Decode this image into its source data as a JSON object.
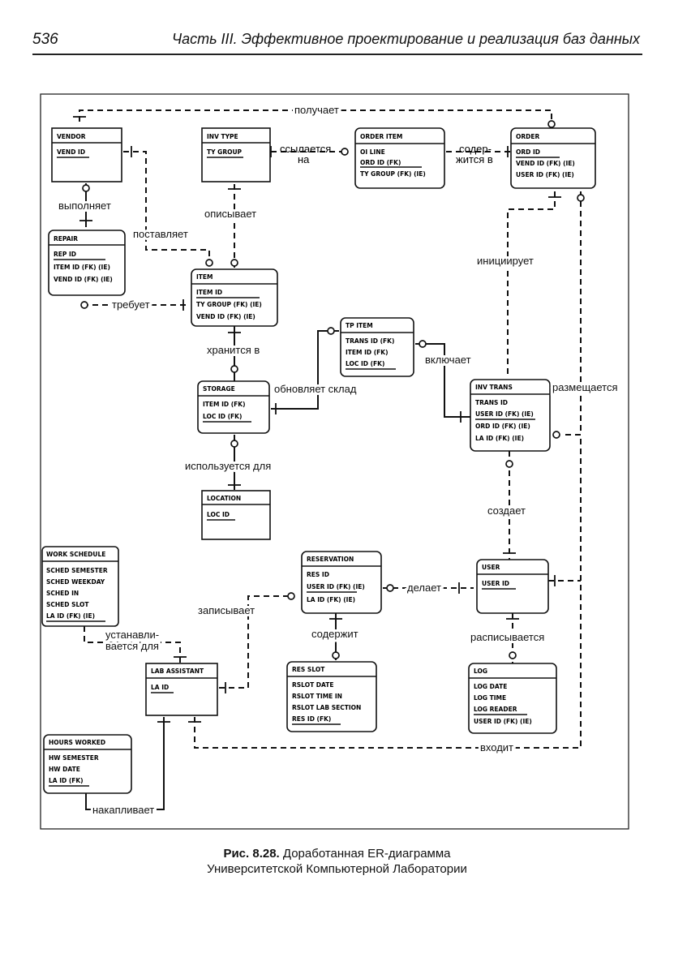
{
  "header": {
    "page_number": "536",
    "title": "Часть III. Эффективное проектирование и реализация баз данных"
  },
  "entities": {
    "vendor": {
      "name": "VENDOR",
      "attrs": [
        "VEND ID"
      ]
    },
    "inv_type": {
      "name": "INV TYPE",
      "attrs": [
        "TY GROUP"
      ]
    },
    "order_item": {
      "name": "ORDER ITEM",
      "attrs": [
        "OI LINE",
        "ORD ID (FK)",
        "TY GROUP (FK) (IE)"
      ]
    },
    "order": {
      "name": "ORDER",
      "attrs": [
        "ORD ID",
        "VEND ID (FK) (IE)",
        "USER ID (FK) (IE)"
      ]
    },
    "repair": {
      "name": "REPAIR",
      "attrs": [
        "REP ID",
        "ITEM ID (FK) (IE)",
        "VEND ID (FK) (IE)"
      ]
    },
    "item": {
      "name": "ITEM",
      "attrs": [
        "ITEM ID",
        "TY GROUP (FK) (IE)",
        "VEND ID (FK) (IE)"
      ]
    },
    "tp_item": {
      "name": "TP ITEM",
      "attrs": [
        "TRANS ID (FK)",
        "ITEM ID (FK)",
        "LOC ID (FK)"
      ]
    },
    "storage": {
      "name": "STORAGE",
      "attrs": [
        "ITEM ID (FK)",
        "LOC ID (FK)"
      ]
    },
    "inv_trans": {
      "name": "INV TRANS",
      "attrs": [
        "TRANS ID",
        "USER ID (FK) (IE)",
        "ORD ID (FK) (IE)",
        "LA ID (FK) (IE)"
      ]
    },
    "location": {
      "name": "LOCATION",
      "attrs": [
        "LOC ID"
      ]
    },
    "work_schedule": {
      "name": "WORK SCHEDULE",
      "attrs": [
        "SCHED SEMESTER",
        "SCHED WEEKDAY",
        "SCHED IN",
        "SCHED SLOT",
        "LA ID (FK) (IE)"
      ]
    },
    "reservation": {
      "name": "RESERVATION",
      "attrs": [
        "RES ID",
        "USER ID (FK) (IE)",
        "LA ID (FK) (IE)"
      ]
    },
    "user": {
      "name": "USER",
      "attrs": [
        "USER ID"
      ]
    },
    "lab_assistant": {
      "name": "LAB ASSISTANT",
      "attrs": [
        "LA ID"
      ]
    },
    "res_slot": {
      "name": "RES SLOT",
      "attrs": [
        "RSLOT DATE",
        "RSLOT TIME IN",
        "RSLOT LAB SECTION",
        "RES ID (FK)"
      ]
    },
    "log": {
      "name": "LOG",
      "attrs": [
        "LOG DATE",
        "LOG TIME",
        "LOG READER",
        "USER ID (FK) (IE)"
      ]
    },
    "hours_worked": {
      "name": "HOURS WORKED",
      "attrs": [
        "HW SEMESTER",
        "HW DATE",
        "LA ID (FK)"
      ]
    }
  },
  "relationships": {
    "poluchaet": "получает",
    "ssylaetsya": "ссылается",
    "na": "на",
    "soder": "содер-",
    "zhitsya_v": "жится в",
    "vypolnyaet": "выполняет",
    "opisyvaet": "описывает",
    "postavlyaet": "поставляет",
    "iniciiruet": "инициирует",
    "trebuet": "требует",
    "hranitsya_v": "хранится в",
    "vklyuchaet": "включает",
    "obnovlyaet_sklad": "обновляет склад",
    "razmeshchaetsya": "размещается",
    "ispolzuetsya_dlya": "используется для",
    "sozdaet": "создает",
    "delaet": "делает",
    "zapisyvaet": "записывает",
    "ustanavli": "устанавли-",
    "vaetsya_dlya": "вается для",
    "soderzhit": "содержит",
    "raspisyvaetsya": "расписывается",
    "vhodit": "входит",
    "nakaplivaet": "накапливает"
  },
  "caption": {
    "label": "Рис. 8.28.",
    "line1": "Доработанная ER-диаграмма",
    "line2": "Университетской Компьютерной Лаборатории"
  }
}
